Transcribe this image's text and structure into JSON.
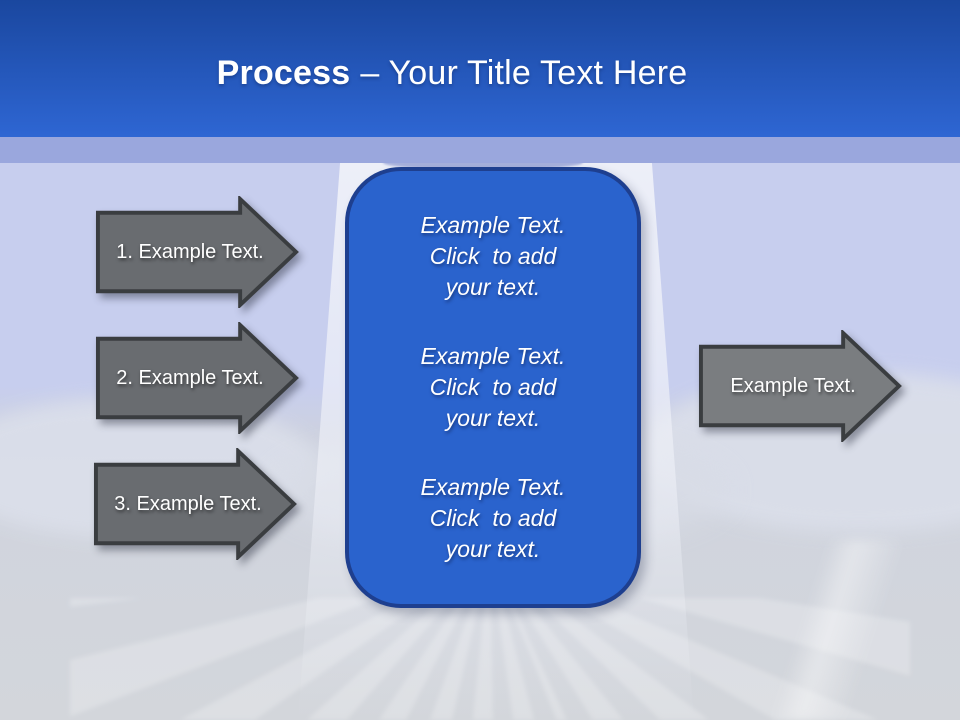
{
  "slide_title": {
    "emphasis": "Process",
    "rest": "– Your Title Text Here"
  },
  "steps": [
    {
      "label": "1. Example Text."
    },
    {
      "label": "2. Example Text."
    },
    {
      "label": "3. Example Text."
    }
  ],
  "result_arrow": {
    "label": "Example Text."
  },
  "panel": {
    "paragraphs": [
      "Example Text.\nClick  to add\nyour text.",
      "Example Text.\nClick  to add\nyour text.",
      "Example Text.\nClick  to add\nyour text."
    ]
  },
  "colors": {
    "header-top": "#1A479F",
    "header-bottom": "#2E66D3",
    "band": "#9AA7DD",
    "bg-upper": "#C7CEEE",
    "bg-lower": "#D2D5DC",
    "arrow-fill": "#696C70",
    "arrow-fill-right": "#7A7D80",
    "arrow-stroke": "#3A3D40",
    "panel-fill": "#2A63CD",
    "panel-stroke": "#1E3F8F",
    "text": "#FFFFFF"
  }
}
